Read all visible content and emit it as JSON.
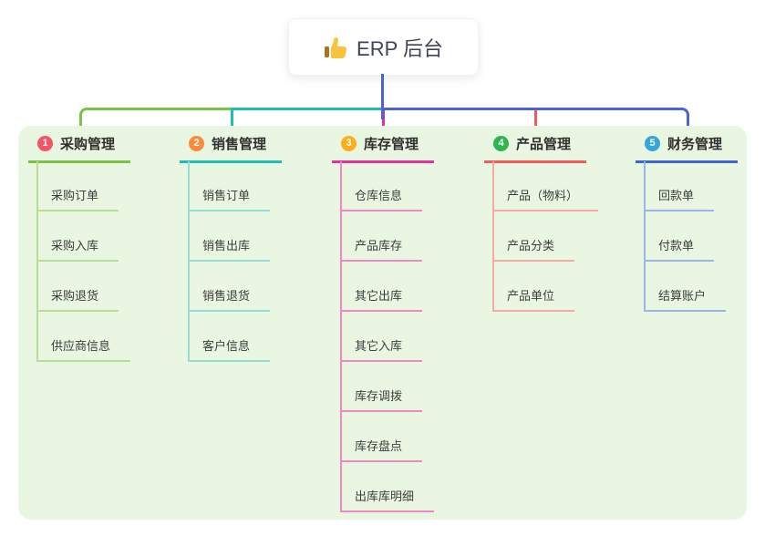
{
  "root": {
    "title": "ERP 后台",
    "icon": "thumbs-up-icon"
  },
  "colors": {
    "green": "#7cc243",
    "teal": "#1dbfb2",
    "magenta": "#e0319c",
    "red": "#f25b5b",
    "blue": "#4a64d6",
    "root_blue": "#4a64d6",
    "panel_bg": "#e9f6e2"
  },
  "branches": [
    {
      "num": "1",
      "title": "采购管理",
      "circle_color": "#f4536a",
      "line_color": "#7cc243",
      "child_line_color": "#b9dd99",
      "children": [
        "采购订单",
        "采购入库",
        "采购退货",
        "供应商信息"
      ]
    },
    {
      "num": "2",
      "title": "销售管理",
      "circle_color": "#fb8b3c",
      "line_color": "#1dbfb2",
      "child_line_color": "#96ded5",
      "children": [
        "销售订单",
        "销售出库",
        "销售退货",
        "客户信息"
      ]
    },
    {
      "num": "3",
      "title": "库存管理",
      "circle_color": "#fcaf1b",
      "line_color": "#e0319c",
      "child_line_color": "#f287c6",
      "children": [
        "仓库信息",
        "产品库存",
        "其它出库",
        "其它入库",
        "库存调拨",
        "库存盘点",
        "出库库明细"
      ]
    },
    {
      "num": "4",
      "title": "产品管理",
      "circle_color": "#2eb550",
      "line_color": "#f25b5b",
      "child_line_color": "#f9a8a8",
      "children": [
        "产品（物料）",
        "产品分类",
        "产品单位"
      ]
    },
    {
      "num": "5",
      "title": "财务管理",
      "circle_color": "#35a6d8",
      "line_color": "#3d66d2",
      "child_line_color": "#9cb4e8",
      "children": [
        "回款单",
        "付款单",
        "结算账户"
      ]
    }
  ]
}
